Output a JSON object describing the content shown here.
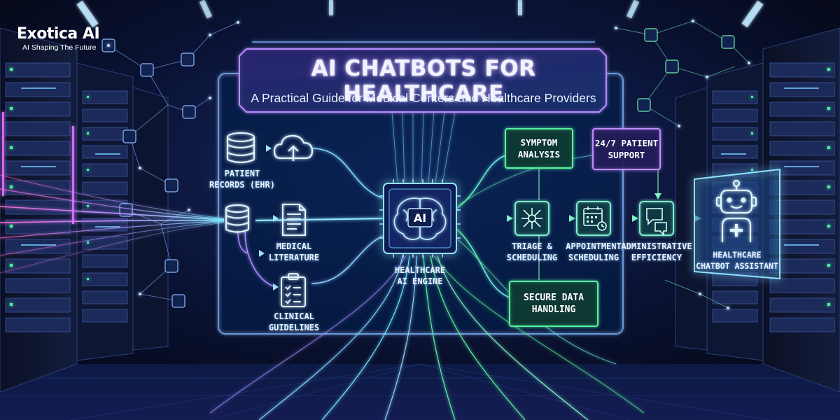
{
  "brand": {
    "name": "Exotica AI",
    "tagline": "AI Shaping The Future"
  },
  "title": "AI CHATBOTS FOR HEALTHCARE",
  "subtitle": "A Practical Guide for Medical Centers and Healthcare Providers",
  "inputs": {
    "patient_records": [
      "PATIENT",
      "RECORDS (EHR)"
    ],
    "medical_literature": [
      "MEDICAL",
      "LITERATURE"
    ],
    "clinical_guidelines": [
      "CLINICAL",
      "GUIDELINES"
    ]
  },
  "engine": {
    "chip_label": "AI",
    "caption": [
      "HEALTHCARE",
      "AI ENGINE"
    ]
  },
  "features": {
    "symptom_analysis": [
      "SYMPTOM",
      "ANALYSIS"
    ],
    "patient_support": [
      "24/7 PATIENT",
      "SUPPORT"
    ],
    "secure_data": [
      "SECURE DATA",
      "HANDLING"
    ]
  },
  "steps": {
    "triage": [
      "TRIAGE &",
      "SCHEDULING"
    ],
    "appointment": [
      "APPOINTMENT",
      "SCHEDULING"
    ],
    "administrative": [
      "ADMINISTRATIVE",
      "EFFICIENCY"
    ]
  },
  "assistant": [
    "HEALTHCARE",
    "CHATBOT ASSISTANT"
  ],
  "colors": {
    "cyan": "#5ad8ff",
    "green": "#4cf08a",
    "purple": "#a77bff",
    "background": "#070d22"
  },
  "icons": [
    "database-icon",
    "cloud-upload-icon",
    "document-icon",
    "clipboard-checklist-icon",
    "brain-chip-icon",
    "network-hub-icon",
    "calendar-clock-icon",
    "chat-icon",
    "robot-icon"
  ]
}
